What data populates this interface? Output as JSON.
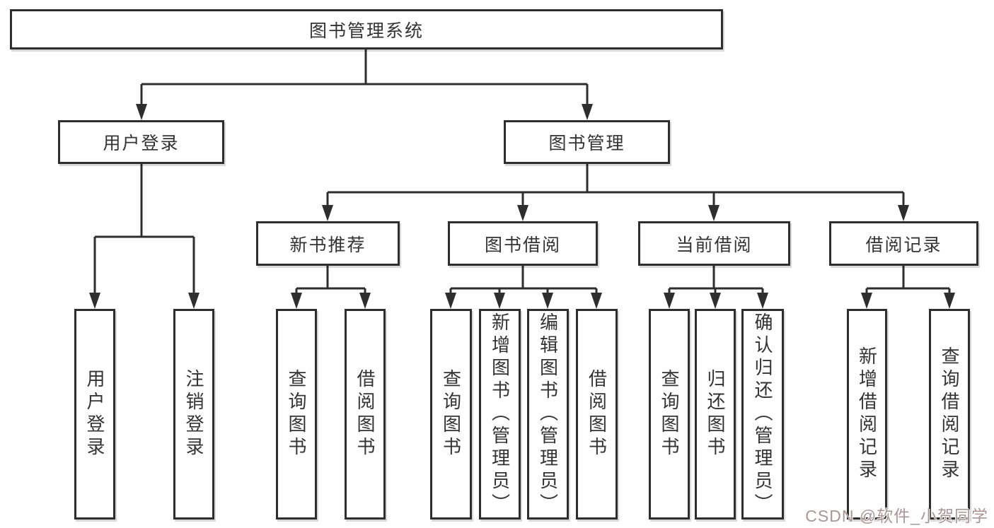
{
  "title": "图书管理系统",
  "level2": {
    "user_login": "用户登录",
    "book_mgmt": "图书管理"
  },
  "level3": {
    "new_books": "新书推荐",
    "book_borrow": "图书借阅",
    "current_borrow": "当前借阅",
    "borrow_records": "借阅记录"
  },
  "leaves": {
    "user_login": [
      "用户登录",
      "注销登录"
    ],
    "new_books": [
      "查询图书",
      "借阅图书"
    ],
    "book_borrow": [
      "查询图书",
      "新增图书（管理员）",
      "编辑图书（管理员）",
      "借阅图书"
    ],
    "current_borrow": [
      "查询图书",
      "归还图书",
      "确认归还（管理员）"
    ],
    "borrow_records": [
      "新增借阅记录",
      "查询借阅记录"
    ]
  },
  "watermark": "CSDN @软件_小贺同学",
  "colors": {
    "line": "#2e2e2e",
    "text": "#333333",
    "background": "#ffffff",
    "watermark": "#ab9595"
  }
}
